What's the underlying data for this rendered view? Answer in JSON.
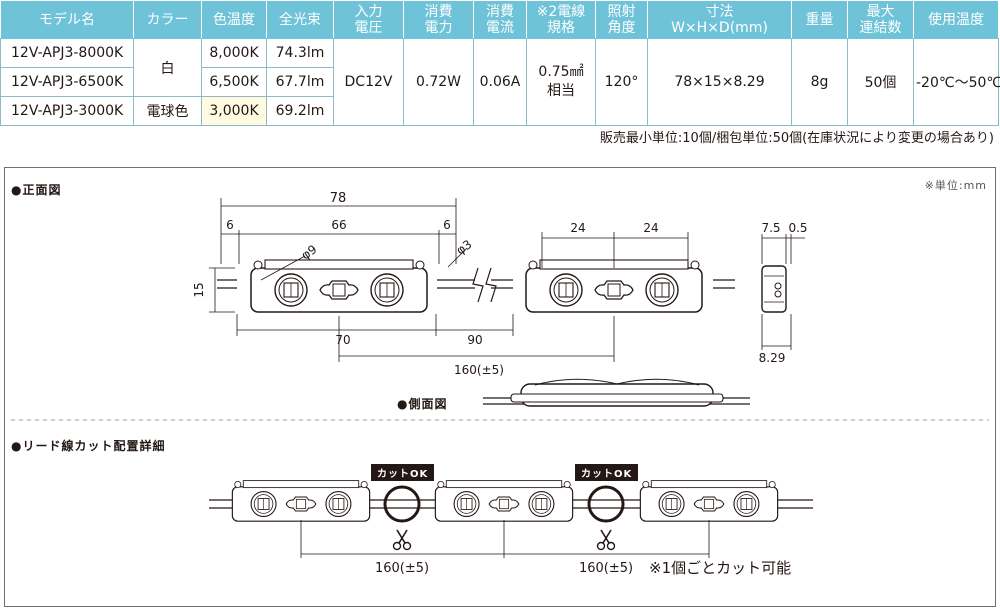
{
  "table": {
    "headers": {
      "model": "モデル名",
      "color": "カラー",
      "cct": "色温度",
      "lumen": "全光束",
      "voltage_1": "入力",
      "voltage_2": "電圧",
      "power_1": "消費",
      "power_2": "電力",
      "current_1": "消費",
      "current_2": "電流",
      "wire_1": "※2電線",
      "wire_2": "規格",
      "angle_1": "照射",
      "angle_2": "角度",
      "size_1": "寸法",
      "size_2": "W×H×D(mm)",
      "weight": "重量",
      "max_1": "最大",
      "max_2": "連結数",
      "temp": "使用温度"
    },
    "rows": [
      {
        "model": "12V-APJ3-8000K",
        "cct": "8,000K",
        "lumen": "74.3lm"
      },
      {
        "model": "12V-APJ3-6500K",
        "cct": "6,500K",
        "lumen": "67.7lm"
      },
      {
        "model": "12V-APJ3-3000K",
        "cct": "3,000K",
        "lumen": "69.2lm"
      }
    ],
    "color_white": "白",
    "color_bulb": "電球色",
    "shared": {
      "voltage": "DC12V",
      "power": "0.72W",
      "current": "0.06A",
      "wire_1": "0.75㎟",
      "wire_2": "相当",
      "angle": "120°",
      "size": "78×15×8.29",
      "weight": "8g",
      "max_connect": "50個",
      "temp_range": "-20℃〜50℃"
    }
  },
  "sales_note": "販売最小単位:10個/梱包単位:50個(在庫状況により変更の場合あり)",
  "drawing": {
    "front_label": "●正面図",
    "side_label": "●側面図",
    "lead_label": "●リード線カット配置詳細",
    "unit_note": "※単位:mm",
    "dims": {
      "overall": "78",
      "edge_left": "6",
      "middle": "66",
      "edge_right": "6",
      "led_dia": "φ9",
      "hole_dia": "φ3",
      "spacing_a": "24",
      "spacing_b": "24",
      "height": "15",
      "bottom_a": "70",
      "bottom_b": "90",
      "pitch": "160(±5)",
      "side_a": "7.5",
      "side_b": "0.5",
      "depth": "8.29"
    },
    "cut_badge": "カットOK",
    "cut_pitch_1": "160(±5)",
    "cut_pitch_2": "160(±5)",
    "cut_note": "※1個ごとカット可能"
  },
  "colors": {
    "header_bg": "#6fc3d8",
    "highlight_cell": "#fffbe3",
    "line": "#231815"
  }
}
